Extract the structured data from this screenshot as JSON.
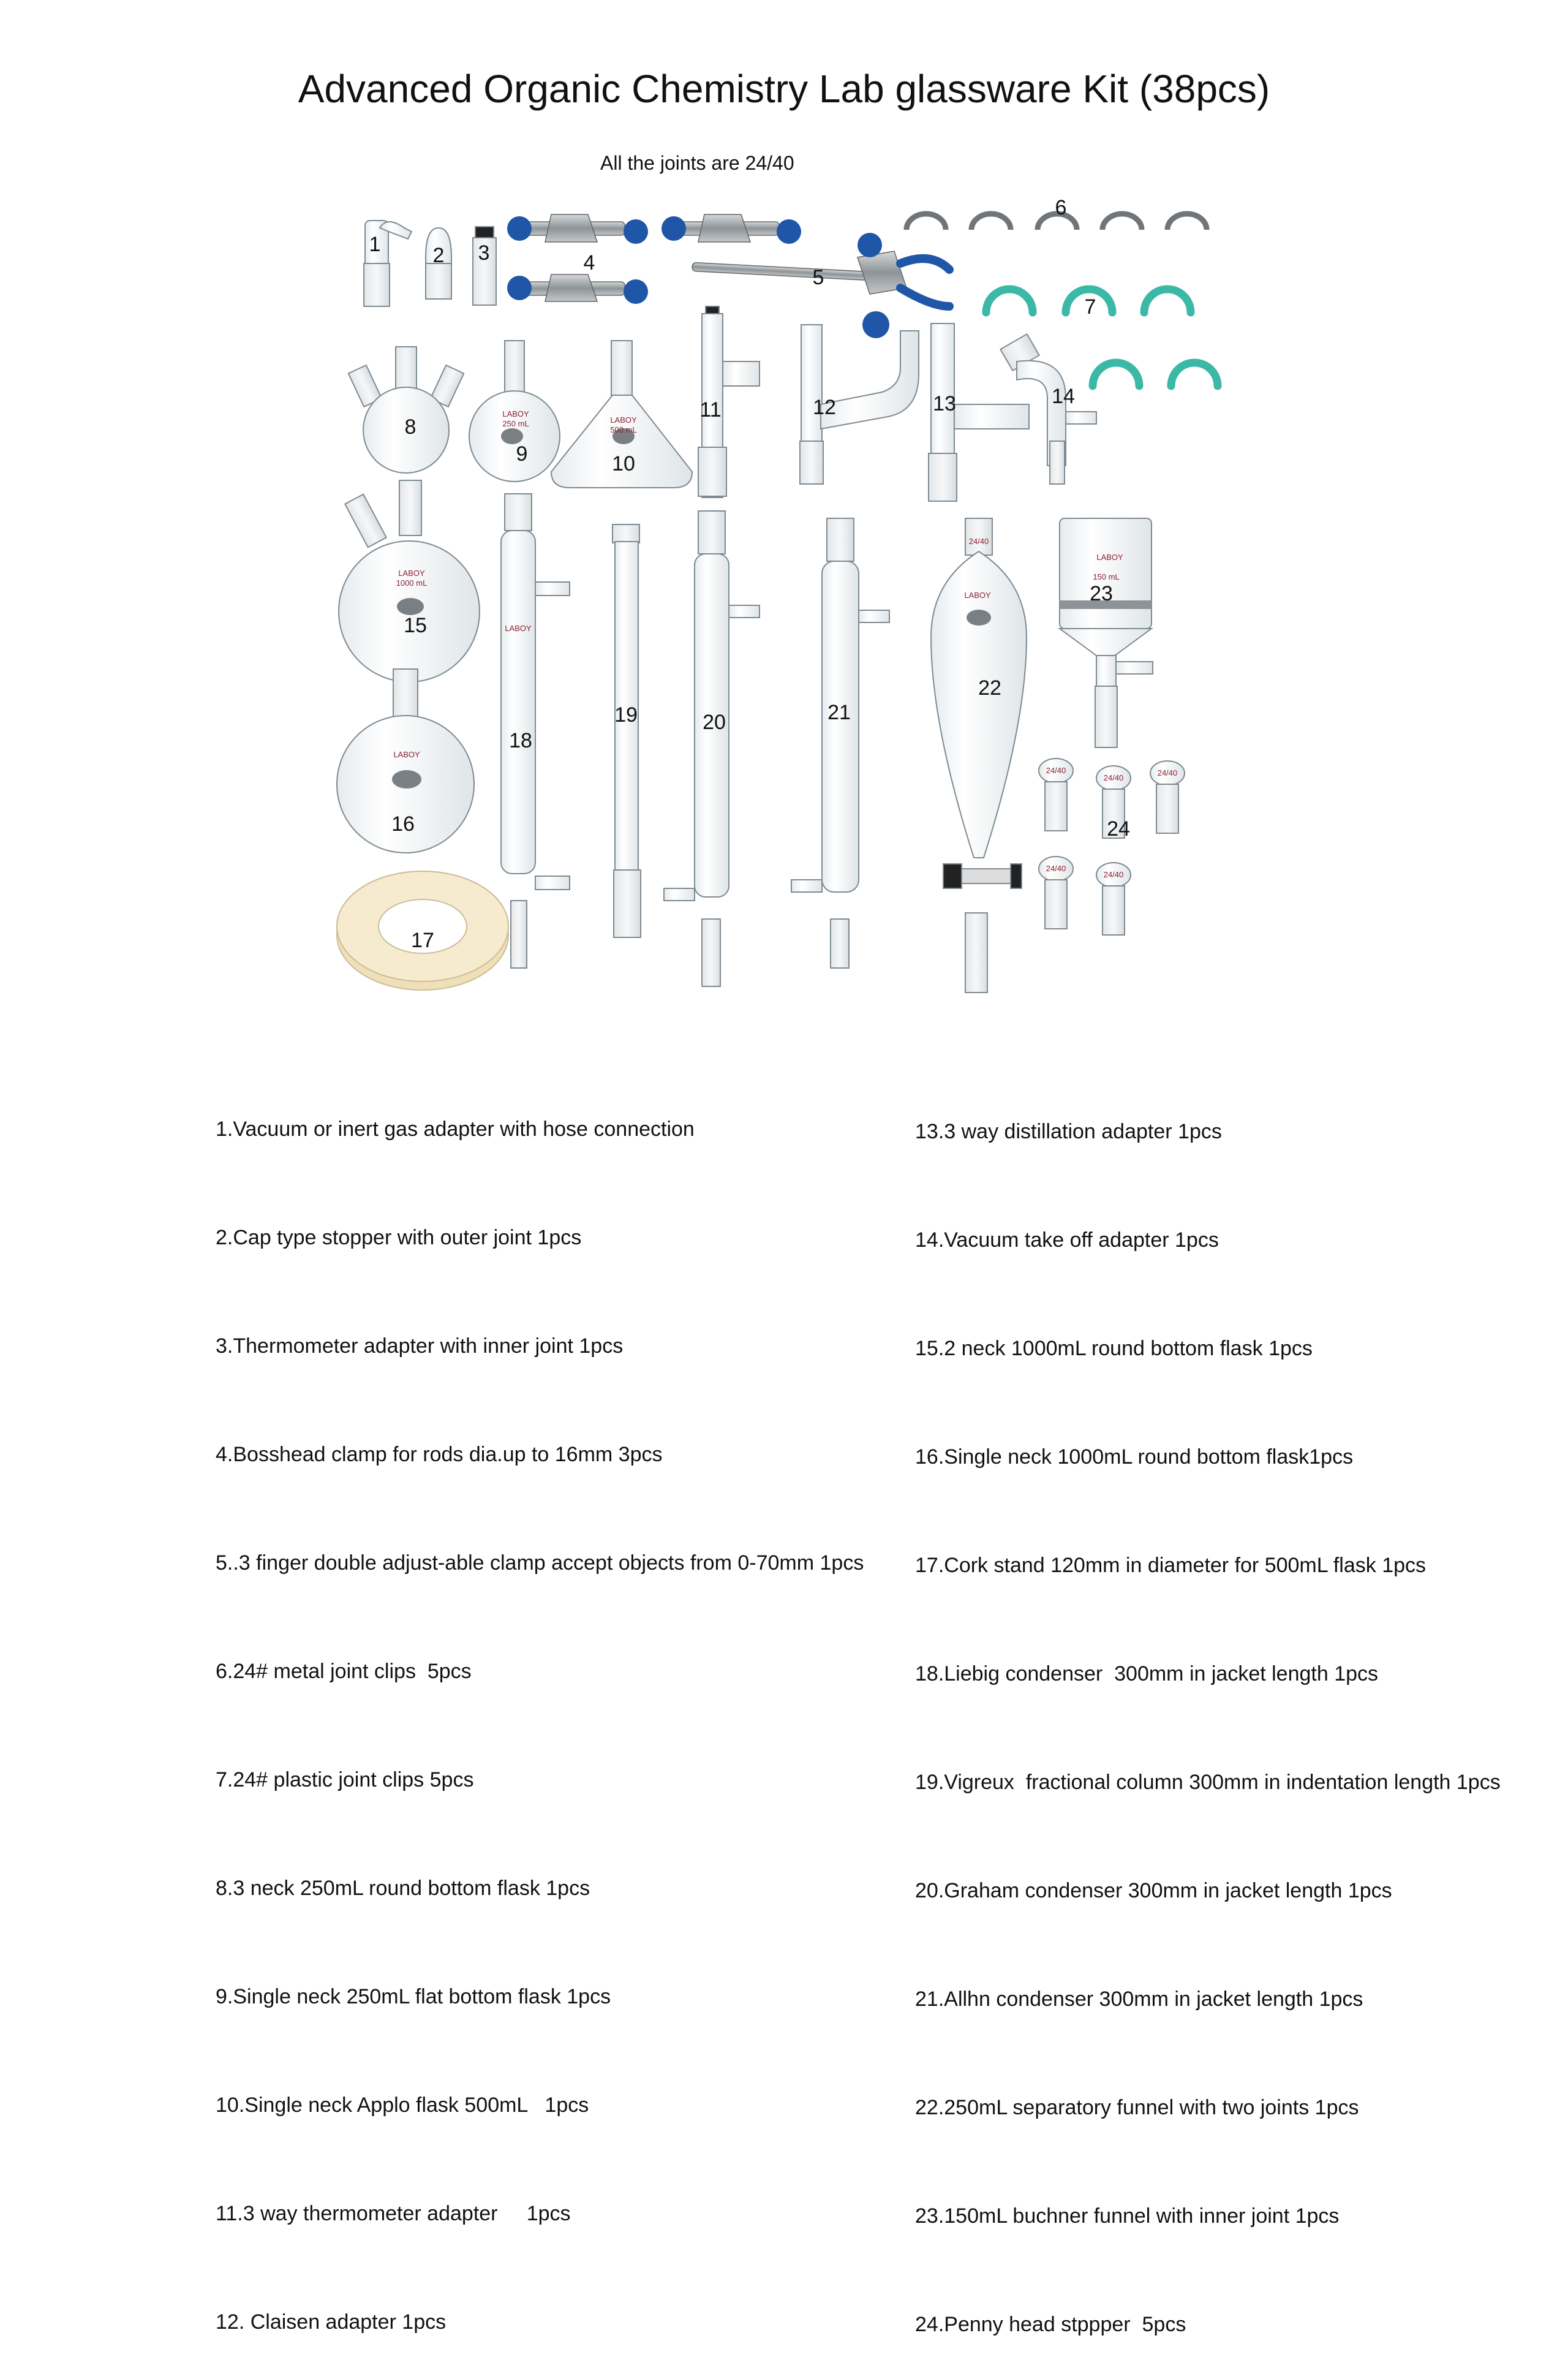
{
  "header": {
    "title": "Advanced Organic Chemistry Lab glassware Kit (38pcs)",
    "subtitle": "All the joints are 24/40"
  },
  "figure": {
    "brand": "LABOY",
    "joint_mark": "24/40",
    "volume_marks": [
      "250 mL",
      "500 mL",
      "1000 mL",
      "150 mL"
    ],
    "callouts": [
      "1",
      "2",
      "3",
      "4",
      "5",
      "6",
      "7",
      "8",
      "9",
      "10",
      "11",
      "12",
      "13",
      "14",
      "15",
      "16",
      "17",
      "18",
      "19",
      "20",
      "21",
      "22",
      "23",
      "24"
    ],
    "colors": {
      "glass_stroke": "#7d8a92",
      "clamp_blue": "#1f56a8",
      "clip_green": "#3cb8a6",
      "cork": "#f3e6c4",
      "metal": "#9aa0a4"
    }
  },
  "items_left": [
    "1.Vacuum or inert gas adapter with hose connection",
    "2.Cap type stopper with outer joint 1pcs",
    "3.Thermometer adapter with inner joint 1pcs",
    "4.Bosshead clamp for rods dia.up to 16mm 3pcs",
    "5..3 finger double adjust-able clamp accept objects from 0-70mm 1pcs",
    "6.24# metal joint clips  5pcs",
    "7.24# plastic joint clips 5pcs",
    "8.3 neck 250mL round bottom flask 1pcs",
    "9.Single neck 250mL flat bottom flask 1pcs",
    "10.Single neck Applo flask 500mL   1pcs",
    "11.3 way thermometer adapter     1pcs",
    "12. Claisen adapter 1pcs"
  ],
  "items_right": [
    "13.3 way distillation adapter 1pcs",
    "14.Vacuum take off adapter 1pcs",
    "15.2 neck 1000mL round bottom flask 1pcs",
    "16.Single neck 1000mL round bottom flask1pcs",
    "17.Cork stand 120mm in diameter for 500mL flask 1pcs",
    "18.Liebig condenser  300mm in jacket length 1pcs",
    "19.Vigreux  fractional column 300mm in indentation length 1pcs",
    "20.Graham condenser 300mm in jacket length 1pcs",
    "21.Allhn condenser 300mm in jacket length 1pcs",
    "22.250mL separatory funnel with two joints 1pcs",
    "23.150mL buchner funnel with inner joint 1pcs",
    "24.Penny head stppper  5pcs"
  ]
}
